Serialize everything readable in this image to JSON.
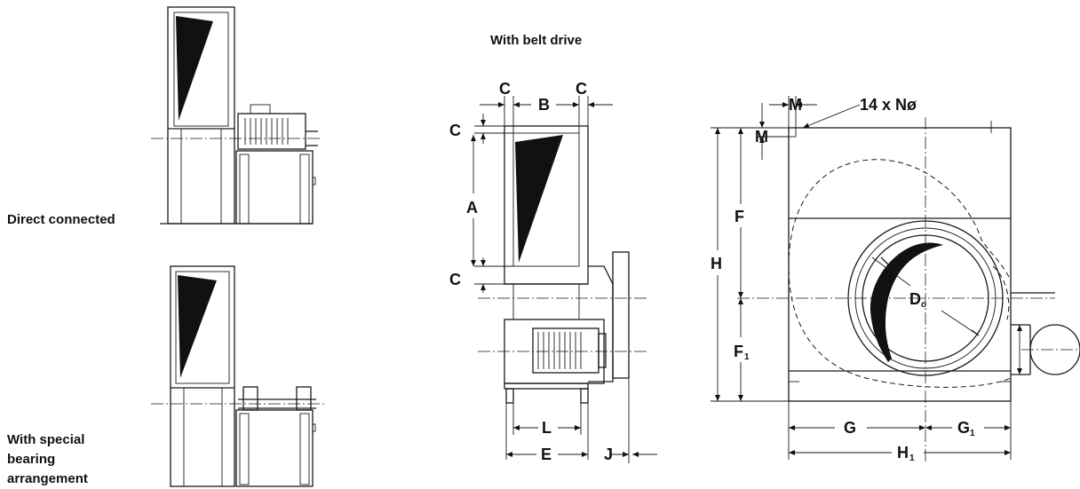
{
  "captions": {
    "direct": "Direct connected",
    "special_1": "With special",
    "special_2": "bearing",
    "special_3": "arrangement",
    "belt": "With belt drive"
  },
  "dims": {
    "A": "A",
    "B": "B",
    "C": "C",
    "E": "E",
    "J": "J",
    "L": "L",
    "M": "M",
    "F": "F",
    "F1": "F",
    "G": "G",
    "G1": "G",
    "H": "H",
    "H1": "H",
    "D": "D",
    "sub1": "1",
    "subo": "o",
    "holes": "14 x Nø"
  }
}
